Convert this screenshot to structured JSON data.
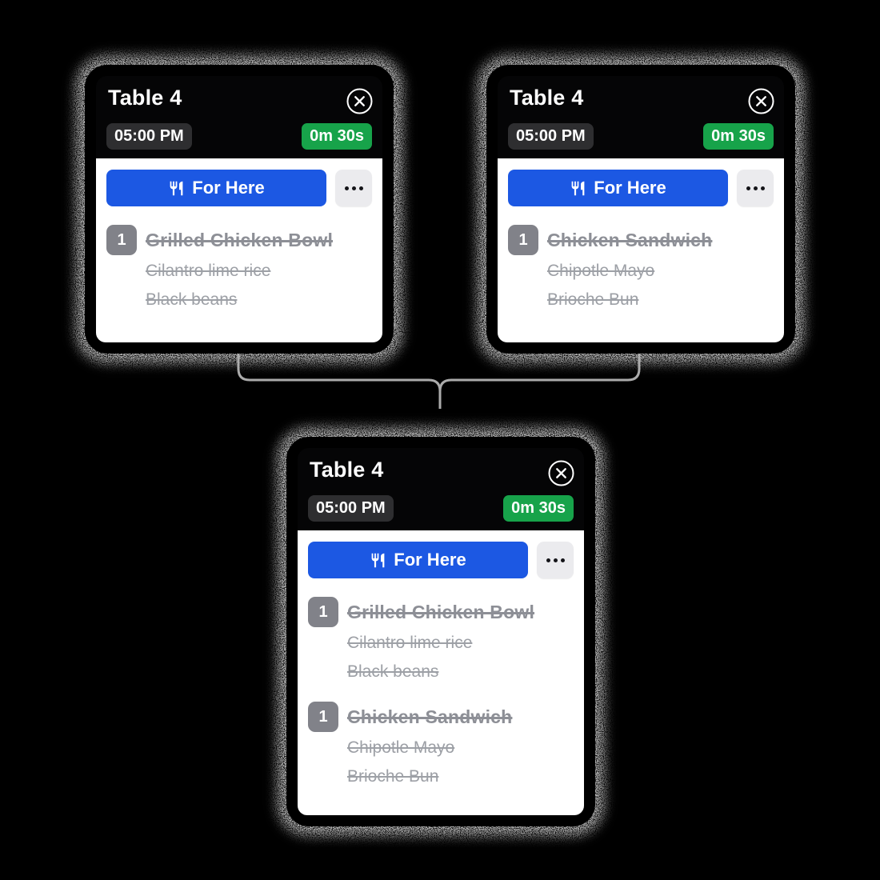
{
  "cards": [
    {
      "title": "Table 4",
      "time": "05:00 PM",
      "timer": "0m 30s",
      "order_type_label": "For Here",
      "items": [
        {
          "qty": "1",
          "name": "Grilled Chicken Bowl",
          "modifiers": [
            "Cilantro lime rice",
            "Black beans"
          ]
        }
      ]
    },
    {
      "title": "Table 4",
      "time": "05:00 PM",
      "timer": "0m 30s",
      "order_type_label": "For Here",
      "items": [
        {
          "qty": "1",
          "name": "Chicken Sandwich",
          "modifiers": [
            "Chipotle Mayo",
            "Brioche Bun"
          ]
        }
      ]
    },
    {
      "title": "Table 4",
      "time": "05:00 PM",
      "timer": "0m 30s",
      "order_type_label": "For Here",
      "items": [
        {
          "qty": "1",
          "name": "Grilled Chicken Bowl",
          "modifiers": [
            "Cilantro lime rice",
            "Black beans"
          ]
        },
        {
          "qty": "1",
          "name": "Chicken Sandwich",
          "modifiers": [
            "Chipotle Mayo",
            "Brioche Bun"
          ]
        }
      ]
    }
  ],
  "icons": {
    "order_type": "utensils-icon",
    "close": "close-circle-icon",
    "more": "ellipsis-icon"
  },
  "colors": {
    "background": "#000000",
    "accent_blue": "#1c58e3",
    "timer_green": "#17a34a",
    "time_badge_bg": "#2e2e30",
    "card_body": "#ffffff",
    "qty_badge": "#818289",
    "struck_item_text": "#8d8f96",
    "struck_modifier_text": "#9da0a6",
    "connector_line": "#ababab",
    "more_button_bg": "#ebebee"
  }
}
